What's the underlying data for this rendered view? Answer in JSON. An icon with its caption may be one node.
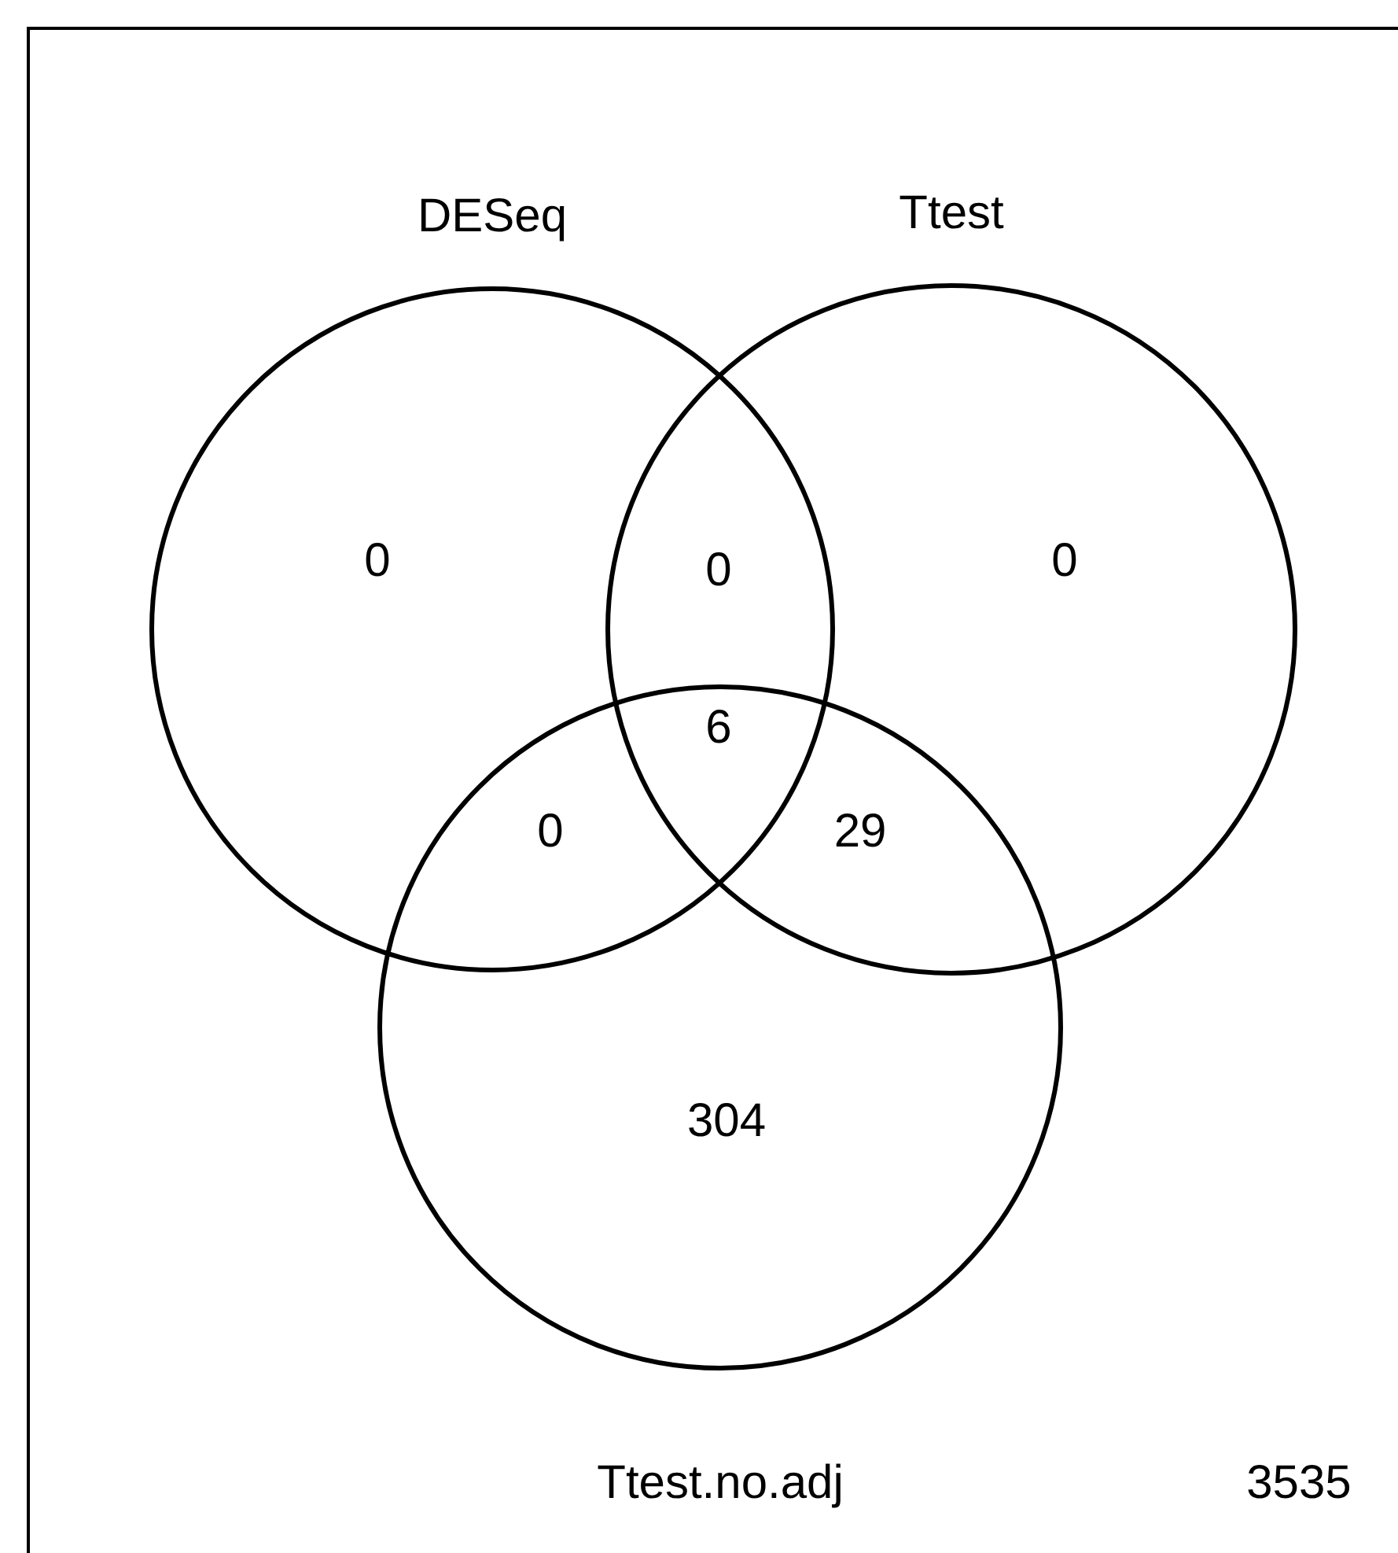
{
  "diagram": {
    "nodes": [
      {
        "text": [
          "DESeq"
        ]
      },
      {
        "text": [
          "Ttest"
        ]
      },
      {
        "text": [
          "Ttest.no.adj"
        ]
      }
    ],
    "labels": [
      "0",
      "0",
      "0",
      "6",
      "0",
      "29",
      "304",
      "3535"
    ]
  }
}
